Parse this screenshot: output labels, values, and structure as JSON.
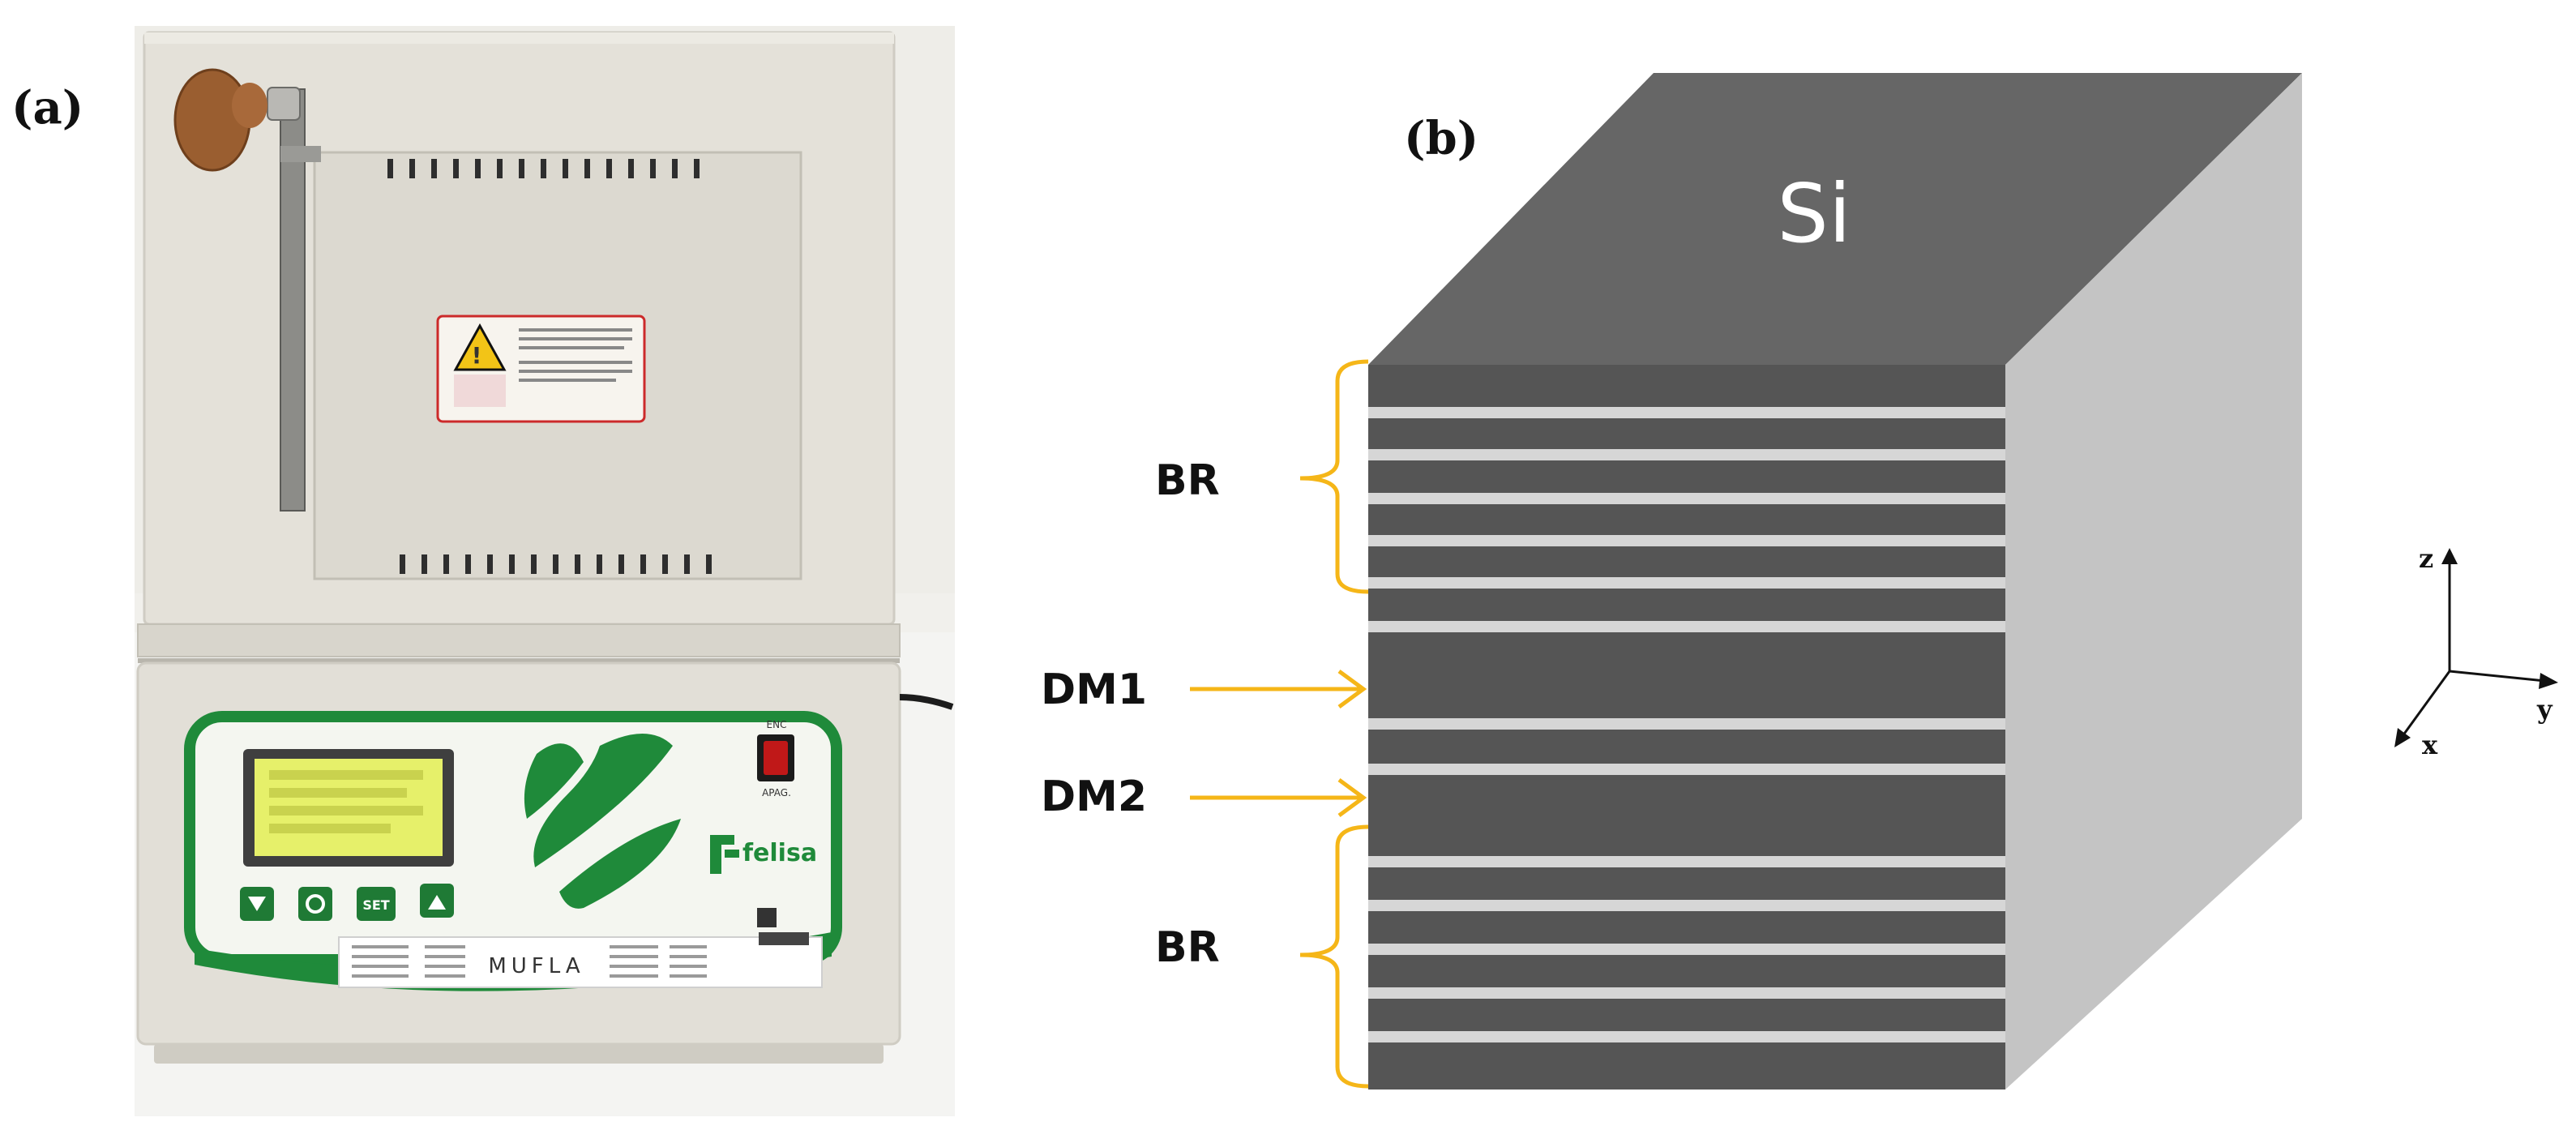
{
  "panel_a": {
    "label": "(a)",
    "furnace": {
      "display_lines": [
        "",
        "",
        "",
        ""
      ],
      "buttons": [
        {
          "icon": "down-triangle-icon",
          "text": ""
        },
        {
          "icon": "refresh-icon",
          "text": ""
        },
        {
          "icon": "",
          "text": "SET"
        },
        {
          "icon": "up-triangle-icon",
          "text": ""
        }
      ],
      "switch_top": "ENC",
      "switch_bottom": "APAG.",
      "brand": "felisa",
      "product": "MUFLA",
      "colors": {
        "body": "#e4e1d9",
        "green": "#1f8a3a",
        "display": "#e6f06a",
        "switch": "#c01818"
      }
    }
  },
  "panel_b": {
    "label": "(b)",
    "top_layer": "Si",
    "labels": {
      "br_top": "BR",
      "dm1": "DM1",
      "dm2": "DM2",
      "br_bottom": "BR"
    },
    "axes": {
      "z": "z",
      "y": "y",
      "x": "x"
    },
    "colors": {
      "top": "#666666",
      "front": "#555555",
      "stripe": "#d6d6d6",
      "side": "#c4c4c4",
      "bracket": "#f5b618"
    }
  }
}
